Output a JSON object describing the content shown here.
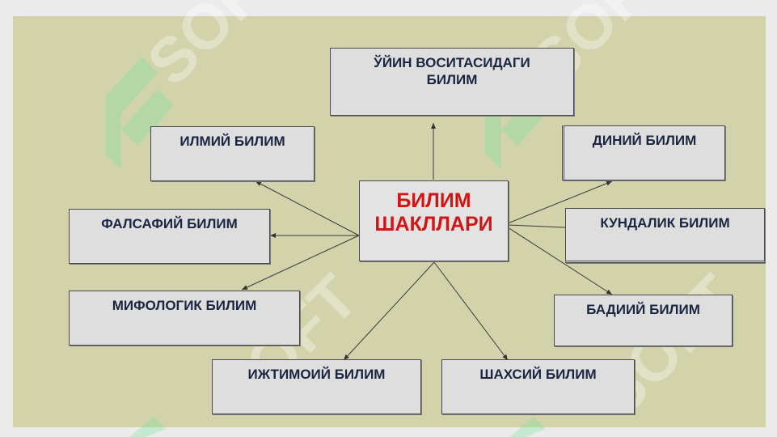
{
  "diagram": {
    "center": {
      "line1": "БИЛИМ",
      "line2": "ШАКЛЛАРИ"
    },
    "nodes": {
      "uyin": {
        "line1": "ЎЙИН ВОСИТАСИДАГИ",
        "line2": "БИЛИМ"
      },
      "ilmiy": "ИЛМИЙ БИЛИМ",
      "diniy": "ДИНИЙ БИЛИМ",
      "falsafiy": "ФАЛСАФИЙ БИЛИМ",
      "kundalik": "КУНДАЛИК БИЛИМ",
      "mifologik": "МИФОЛОГИК БИЛИМ",
      "badiiy": "БАДИИЙ БИЛИМ",
      "ijtimoiy": "ИЖТИМОИЙ БИЛИМ",
      "shaxsiy": "ШАХСИЙ БИЛИМ"
    }
  },
  "watermark": {
    "text": "SOFT",
    "color": "#7fe3a0"
  },
  "colors": {
    "slide": "#d2d2ab",
    "box": "#dededf",
    "center_text": "#d01515",
    "text": "#1a2540"
  }
}
